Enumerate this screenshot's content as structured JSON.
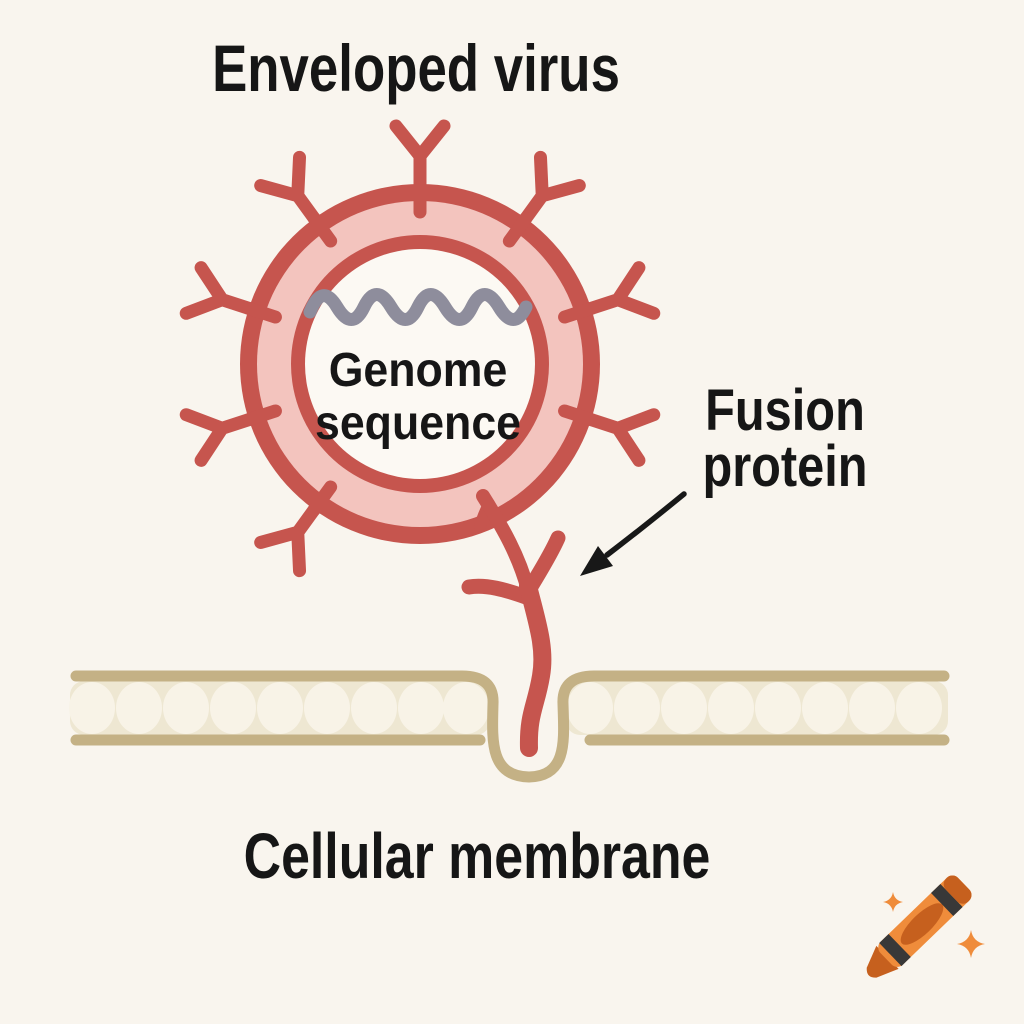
{
  "labels": {
    "title": "Enveloped virus",
    "genome": [
      "Genome",
      "sequence"
    ],
    "fusion": [
      "Fusion",
      "protein"
    ],
    "membrane": "Cellular membrane"
  },
  "icons": {
    "arrow": "annotation-arrow (black arrow pointing at fusion protein)",
    "crayon": "crayon-icon (orange crayon logo, bottom right)",
    "sparkle": "sparkle-icon (orange four-point sparkles beside crayon)"
  },
  "colors": {
    "background": "#F9F5EE",
    "virus_red": "#C6554E",
    "virus_pink": "#F3C4BE",
    "virus_interior": "#FCF9F3",
    "genome_gray": "#8E8D9C",
    "membrane_outline": "#C4B185",
    "membrane_fill": "#EEE7D2",
    "membrane_blob": "#F8F3E7",
    "arrow": "#181818",
    "crayon_body": "#EF8C3B",
    "crayon_dark": "#C6601E",
    "crayon_stripe": "#383838",
    "text": "#161616"
  }
}
